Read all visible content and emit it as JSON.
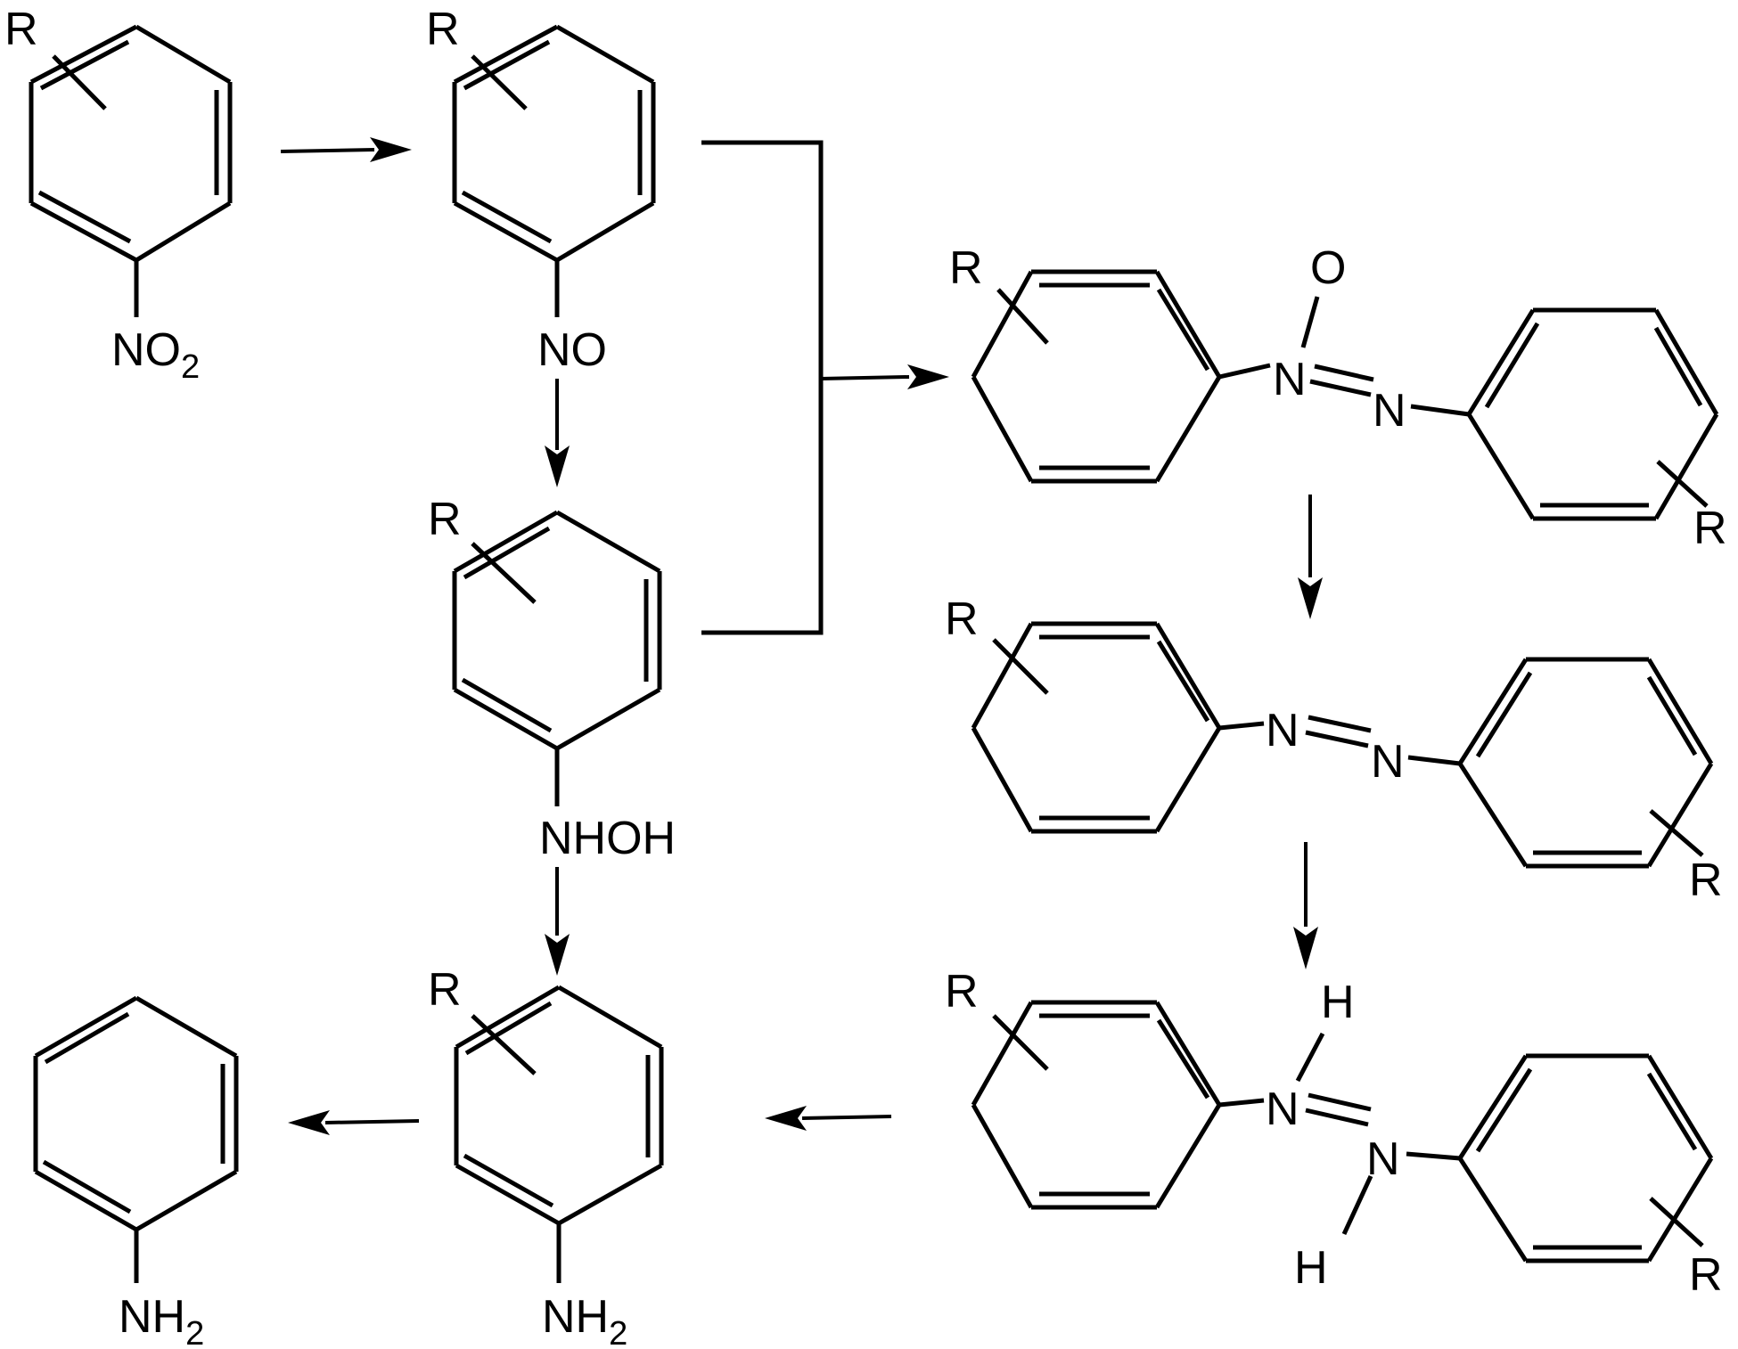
{
  "scheme": {
    "labels": {
      "substituent": "R",
      "nitro": "NO",
      "nitro_sub": "2",
      "nitroso": "NO",
      "hydroxylamine": "NHOH",
      "amine": "NH",
      "amine_sub": "2",
      "nitrogen": "N",
      "oxygen": "O",
      "hydrogen": "H"
    },
    "compounds": [
      "substituted nitrobenzene",
      "substituted nitrosobenzene",
      "substituted phenylhydroxylamine",
      "substituted azoxybenzene",
      "substituted azobenzene",
      "substituted hydrazobenzene",
      "substituted aniline",
      "aniline"
    ]
  }
}
